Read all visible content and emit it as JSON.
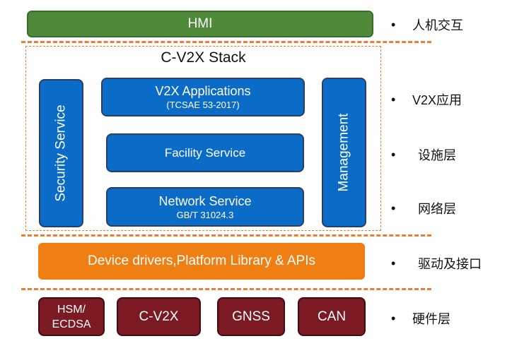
{
  "hmi": {
    "label": "HMI"
  },
  "stack": {
    "title": "C-V2X Stack",
    "security": "Security Service",
    "management": "Management",
    "v2x_apps": {
      "label": "V2X Applications",
      "sub": "(TCSAE 53-2017)"
    },
    "facility": {
      "label": "Facility Service"
    },
    "network": {
      "label": "Network Service",
      "sub": "GB/T 31024.3"
    }
  },
  "platform": {
    "label": "Device drivers,Platform Library & APIs"
  },
  "hardware": [
    {
      "label": "HSM/\nECDSA"
    },
    {
      "label": "C-V2X"
    },
    {
      "label": "GNSS"
    },
    {
      "label": "CAN"
    }
  ],
  "legend": [
    {
      "bullet": "•",
      "label": "人机交互"
    },
    {
      "bullet": "•",
      "label": "V2X应用"
    },
    {
      "bullet": "•",
      "label": "设施层"
    },
    {
      "bullet": "•",
      "label": "网络层"
    },
    {
      "bullet": "•",
      "label": "驱动及接口"
    },
    {
      "bullet": "•",
      "label": "硬件层"
    }
  ],
  "colors": {
    "hmi": "#4f8a3a",
    "stack_blue": "#0a6cc7",
    "divider_orange": "#ed7d31",
    "platform_orange": "#f07f13",
    "hardware_red": "#7b1a22"
  }
}
